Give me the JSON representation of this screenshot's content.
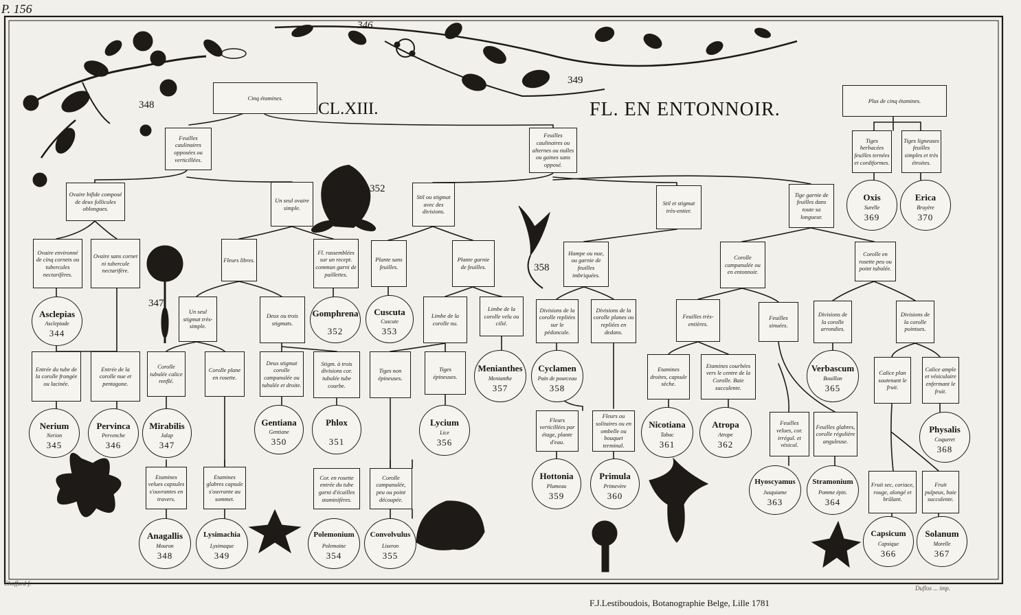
{
  "page_number": "P. 156",
  "class_label": "CL.XIII.",
  "class_title": "FL. EN ENTONNOIR.",
  "engraver_left": "Choffard f.",
  "engraver_right": "Duflos ... imp.",
  "caption": "F.J.Lestiboudois, Botanographie Belge, Lille 1781",
  "plate_numbers": [
    "346",
    "348",
    "349",
    "352",
    "347",
    "358"
  ],
  "boxes": [
    "Cinq étamines.",
    "Plus de cinq étamines.",
    "Feuilles caulinaires opposées ou verticillées.",
    "Feuilles caulinaires ou alternes ou nulles ou gaines sans opposé.",
    "Tiges herbacées feuilles ternées et cordiformes.",
    "Tiges ligneuses feuilles simples et très étroites.",
    "Ovaire bifide composé de deux follicules oblongues.",
    "Un seul ovaire simple.",
    "Stil ou stigmat avec des divisions.",
    "Stil et stigmat très-entier.",
    "Tige garnie de feuilles dans toute sa longueur.",
    "Ovaire environné de cinq cornets ou tubercules nectarifères.",
    "Ovaire sans cornet ni tubercule nectarifère.",
    "Fleurs libres.",
    "Fl. rassemblées sur un recept. commun garni de paillettes.",
    "Plante sans feuilles.",
    "Plante garnie de feuilles.",
    "Hampe ou nue, ou garnie de feuilles imbriquées.",
    "Corolle campanulée ou en entonnoir.",
    "Corolle en rosette peu ou point tubulée.",
    "Un seul stigmat très-simple.",
    "Deux ou trois stigmats.",
    "Limbe de la corolle nu.",
    "Limbe de la corolle velu ou cilié.",
    "Divisions de la corolle repliées sur le pédoncule.",
    "Divisions de la corolle planes ou repliées en dedans.",
    "Feuilles très-entières.",
    "Feuilles sinuées.",
    "Divisions de la corolle arrondies.",
    "Divisions de la corolle pointues.",
    "Entrée du tube de la corolle frangée ou lacinée.",
    "Entrée de la corolle nue et pentagone.",
    "Corolle tubulée calice renflé.",
    "Corolle plane en rosette.",
    "Deux stigmat corolle campanulée ou tubulée et droite.",
    "Stigm. à trois divisions cor. tubulée tube courbe.",
    "Tiges non épineuses.",
    "Tiges épineuses.",
    "Etamines droites, capsule sèche.",
    "Etamines courbées vers le centre de la Corolle. Baie succulente.",
    "Calice plan soutenant le fruit.",
    "Calice ample et vésiculaire enfermant le fruit.",
    "Etamines velues capsules s'ouvrantes en travers.",
    "Etamines glabres capsule s'ouvrante au sommet.",
    "Cor. en rosette entrée du tube garni d'écailles staminifères.",
    "Corolle campanulée, peu ou point découpée.",
    "Fleurs verticillées par étage, plante d'eau.",
    "Fleurs ou solitaires ou en ombelle ou bouquet terminal.",
    "Feuilles velues, cor. irrégul. et vésicul.",
    "Feuilles glabres, corolle régulière anguleuse.",
    "Fruit sec, coriace, rouge, alongé et brûlant.",
    "Fruit pulpeux, baie succulente."
  ],
  "genera": [
    {
      "name": "Oxis",
      "vernacular": "Surelle",
      "number": "369"
    },
    {
      "name": "Erica",
      "vernacular": "Bruyère",
      "number": "370"
    },
    {
      "name": "Asclepias",
      "vernacular": "Asclepiade",
      "number": "344"
    },
    {
      "name": "Gomphrena",
      "vernacular": "",
      "number": "352"
    },
    {
      "name": "Cuscuta",
      "vernacular": "Cuscute",
      "number": "353"
    },
    {
      "name": "Menianthes",
      "vernacular": "Menianthe",
      "number": "357"
    },
    {
      "name": "Cyclamen",
      "vernacular": "Pain de pourceau",
      "number": "358"
    },
    {
      "name": "Verbascum",
      "vernacular": "Bouillon",
      "number": "365"
    },
    {
      "name": "Nerium",
      "vernacular": "Nerion",
      "number": "345"
    },
    {
      "name": "Pervinca",
      "vernacular": "Pervenche",
      "number": "346"
    },
    {
      "name": "Mirabilis",
      "vernacular": "Jalap",
      "number": "347"
    },
    {
      "name": "Gentiana",
      "vernacular": "Gentiane",
      "number": "350"
    },
    {
      "name": "Phlox",
      "vernacular": "",
      "number": "351"
    },
    {
      "name": "Lycium",
      "vernacular": "Lice",
      "number": "356"
    },
    {
      "name": "Nicotiana",
      "vernacular": "Tabac",
      "number": "361"
    },
    {
      "name": "Atropa",
      "vernacular": "Atrope",
      "number": "362"
    },
    {
      "name": "Physalis",
      "vernacular": "Coqueret",
      "number": "368"
    },
    {
      "name": "Hottonia",
      "vernacular": "Plumeau",
      "number": "359"
    },
    {
      "name": "Primula",
      "vernacular": "Primevère",
      "number": "360"
    },
    {
      "name": "Hyoscyamus",
      "vernacular": "Jusquiame",
      "number": "363"
    },
    {
      "name": "Stramonium",
      "vernacular": "Pomme épin.",
      "number": "364"
    },
    {
      "name": "Anagallis",
      "vernacular": "Mouron",
      "number": "348"
    },
    {
      "name": "Lysimachia",
      "vernacular": "Lysimaque",
      "number": "349"
    },
    {
      "name": "Polemonium",
      "vernacular": "Polemoine",
      "number": "354"
    },
    {
      "name": "Convolvulus",
      "vernacular": "Liseron",
      "number": "355"
    },
    {
      "name": "Capsicum",
      "vernacular": "Capsique",
      "number": "366"
    },
    {
      "name": "Solanum",
      "vernacular": "Morelle",
      "number": "367"
    }
  ]
}
